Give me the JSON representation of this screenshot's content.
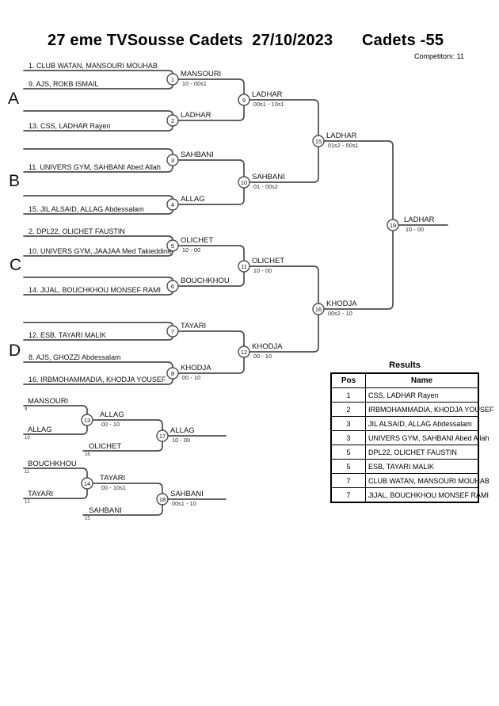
{
  "header": {
    "title": "27 eme TVSousse Cadets  27/10/2023",
    "category": "Cadets -55",
    "competitors": "Competitors: 11"
  },
  "sections": {
    "a": "A",
    "b": "B",
    "c": "C",
    "d": "D"
  },
  "rounds": {
    "r1": {
      "m1": {
        "num": "1",
        "p1": "1. CLUB WATAN, MANSOURI MOUHAB",
        "p2": "9. AJS, ROKB ISMAIL",
        "winner": "MANSOURI",
        "score": "10 - 00s1"
      },
      "m2": {
        "num": "2",
        "p2": "13. CSS, LADHAR Rayen",
        "winner": "LADHAR"
      },
      "m3": {
        "num": "3",
        "p2": "11. UNIVERS GYM, SAHBANI Abed Allah",
        "winner": "SAHBANI"
      },
      "m4": {
        "num": "4",
        "p2": "15. JIL ALSAID, ALLAG Abdessalam",
        "winner": "ALLAG"
      },
      "m5": {
        "num": "5",
        "p1": "2. DPL22, OLICHET FAUSTIN",
        "p2": "10. UNIVERS GYM, JAAJAA Med Takieddine",
        "winner": "OLICHET",
        "score": "10 - 00"
      },
      "m6": {
        "num": "6",
        "p2": "14. JIJAL, BOUCHKHOU MONSEF RAMI",
        "winner": "BOUCHKHOU"
      },
      "m7": {
        "num": "7",
        "p2": "12. ESB, TAYARI MALIK",
        "winner": "TAYARI"
      },
      "m8": {
        "num": "8",
        "p1": "8. AJS, GHOZZI Abdessalam",
        "p2": "16. IRBMOHAMMADIA, KHODJA YOUSEF",
        "winner": "KHODJA",
        "score": "00 - 10"
      }
    },
    "r2": {
      "m9": {
        "num": "9",
        "winner": "LADHAR",
        "score": "00s1 - 10s1"
      },
      "m10": {
        "num": "10",
        "winner": "SAHBANI",
        "score": "01 - 00s2"
      },
      "m11": {
        "num": "11",
        "winner": "OLICHET",
        "score": "10 - 00"
      },
      "m12": {
        "num": "12",
        "winner": "KHODJA",
        "score": "00 - 10"
      }
    },
    "sf": {
      "m15": {
        "num": "15",
        "winner": "LADHAR",
        "score": "01s2 - 00s1"
      },
      "m16": {
        "num": "16",
        "winner": "KHODJA",
        "score": "00s2 - 10"
      }
    },
    "final": {
      "m19": {
        "num": "19",
        "winner": "LADHAR",
        "score": "10 - 00"
      }
    }
  },
  "repechage": {
    "a": {
      "e1": {
        "name": "MANSOURI",
        "ref": "9"
      },
      "e2": {
        "name": "ALLAG",
        "ref": "10"
      },
      "m13": {
        "num": "13",
        "winner": "ALLAG",
        "score": "00 - 10"
      },
      "e3": {
        "name": "OLICHET",
        "ref": "16"
      },
      "m17": {
        "num": "17",
        "winner": "ALLAG",
        "score": "10 - 00"
      }
    },
    "b": {
      "e1": {
        "name": "BOUCHKHOU",
        "ref": "11"
      },
      "e2": {
        "name": "TAYARI",
        "ref": "12"
      },
      "m14": {
        "num": "14",
        "winner": "TAYARI",
        "score": "00 - 10s1"
      },
      "e3": {
        "name": "SAHBANI",
        "ref": "15"
      },
      "m18": {
        "num": "18",
        "winner": "SAHBANI",
        "score": "00s1 - 10"
      }
    }
  },
  "results": {
    "title": "Results",
    "headers": {
      "pos": "Pos",
      "name": "Name"
    },
    "rows": [
      {
        "pos": "1",
        "name": "CSS, LADHAR Rayen"
      },
      {
        "pos": "2",
        "name": "IRBMOHAMMADIA, KHODJA YOUSEF"
      },
      {
        "pos": "3",
        "name": "JIL ALSAID, ALLAG Abdessalam"
      },
      {
        "pos": "3",
        "name": "UNIVERS GYM, SAHBANI Abed Allah"
      },
      {
        "pos": "5",
        "name": "DPL22, OLICHET FAUSTIN"
      },
      {
        "pos": "5",
        "name": "ESB, TAYARI MALIK"
      },
      {
        "pos": "7",
        "name": "CLUB WATAN, MANSOURI MOUHAB"
      },
      {
        "pos": "7",
        "name": "JIJAL, BOUCHKHOU MONSEF RAMI"
      }
    ]
  }
}
